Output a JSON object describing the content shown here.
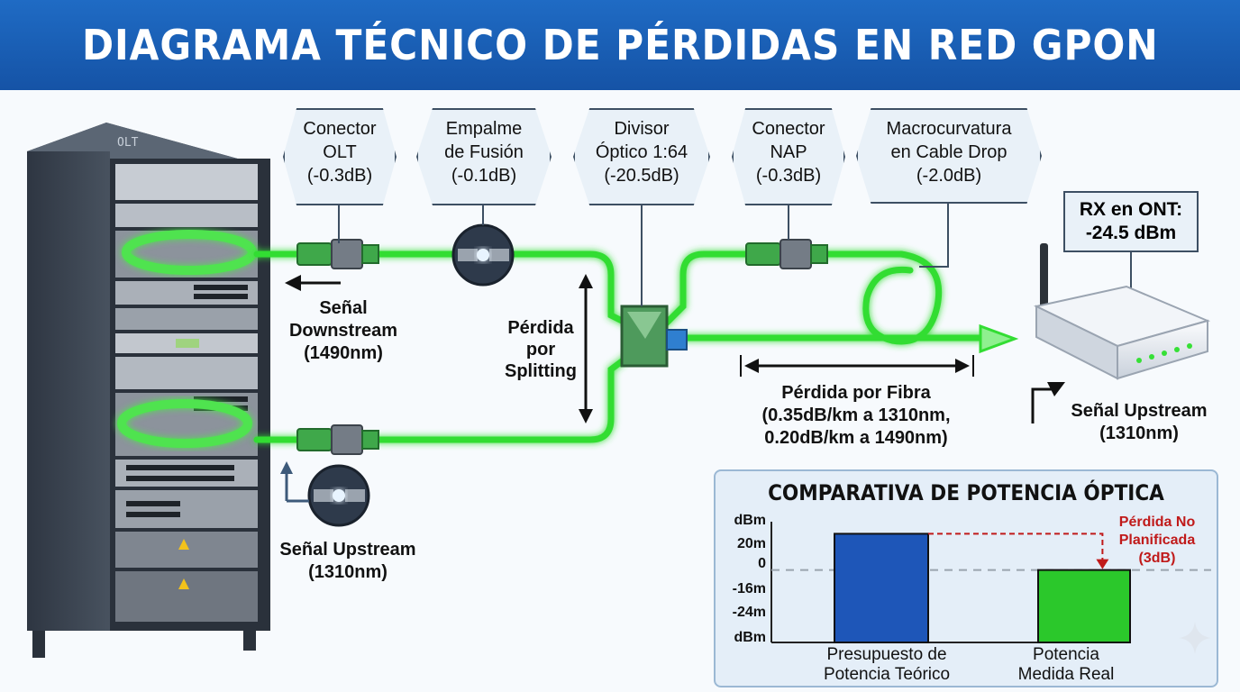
{
  "title": "DIAGRAMA TÉCNICO DE PÉRDIDAS EN RED GPON",
  "rack_label": "OLT",
  "callouts": [
    {
      "name": "conector-olt",
      "lines": [
        "Conector",
        "OLT",
        "(-0.3dB)"
      ]
    },
    {
      "name": "empalme-fusion",
      "lines": [
        "Empalme",
        "de Fusión",
        "(-0.1dB)"
      ]
    },
    {
      "name": "divisor-optico",
      "lines": [
        "Divisor",
        "Óptico 1:64",
        "(-20.5dB)"
      ]
    },
    {
      "name": "conector-nap",
      "lines": [
        "Conector",
        "NAP",
        "(-0.3dB)"
      ]
    },
    {
      "name": "macrocurvatura",
      "lines": [
        "Macrocurvatura",
        "en Cable Drop",
        "(-2.0dB)"
      ]
    }
  ],
  "rx_label": [
    "RX en ONT:",
    "-24.5 dBm"
  ],
  "labels": {
    "downstream": [
      "Señal",
      "Downstream",
      "(1490nm)"
    ],
    "upstream_left": [
      "Señal Upstream",
      "(1310nm)"
    ],
    "splitting": [
      "Pérdida",
      "por",
      "Splitting"
    ],
    "fibra": [
      "Pérdida por Fibra",
      "(0.35dB/km a 1310nm,",
      "0.20dB/km a 1490nm)"
    ],
    "upstream_right": [
      "Señal Upstream",
      "(1310nm)"
    ]
  },
  "colors": {
    "fiber": "#33dd33",
    "banner": "#1a5fb4",
    "bar_theoretical": "#1e56b8",
    "bar_measured": "#2bc82b",
    "loss_note": "#c01a1a"
  },
  "chart_data": {
    "type": "bar",
    "title": "COMPARATIVA DE POTENCIA ÓPTICA",
    "yticks": [
      "dBm",
      "20m",
      "0",
      "-16m",
      "-24m",
      "dBm"
    ],
    "categories": [
      [
        "Presupuesto de",
        "Potencia Teórico"
      ],
      [
        "Potencia",
        "Medida Real"
      ]
    ],
    "values": [
      3,
      0
    ],
    "ylim": [
      -6,
      4
    ],
    "zero_gridline": true,
    "annotation": {
      "lines": [
        "Pérdida No",
        "Planificada",
        "(3dB)"
      ],
      "value": 3
    }
  }
}
